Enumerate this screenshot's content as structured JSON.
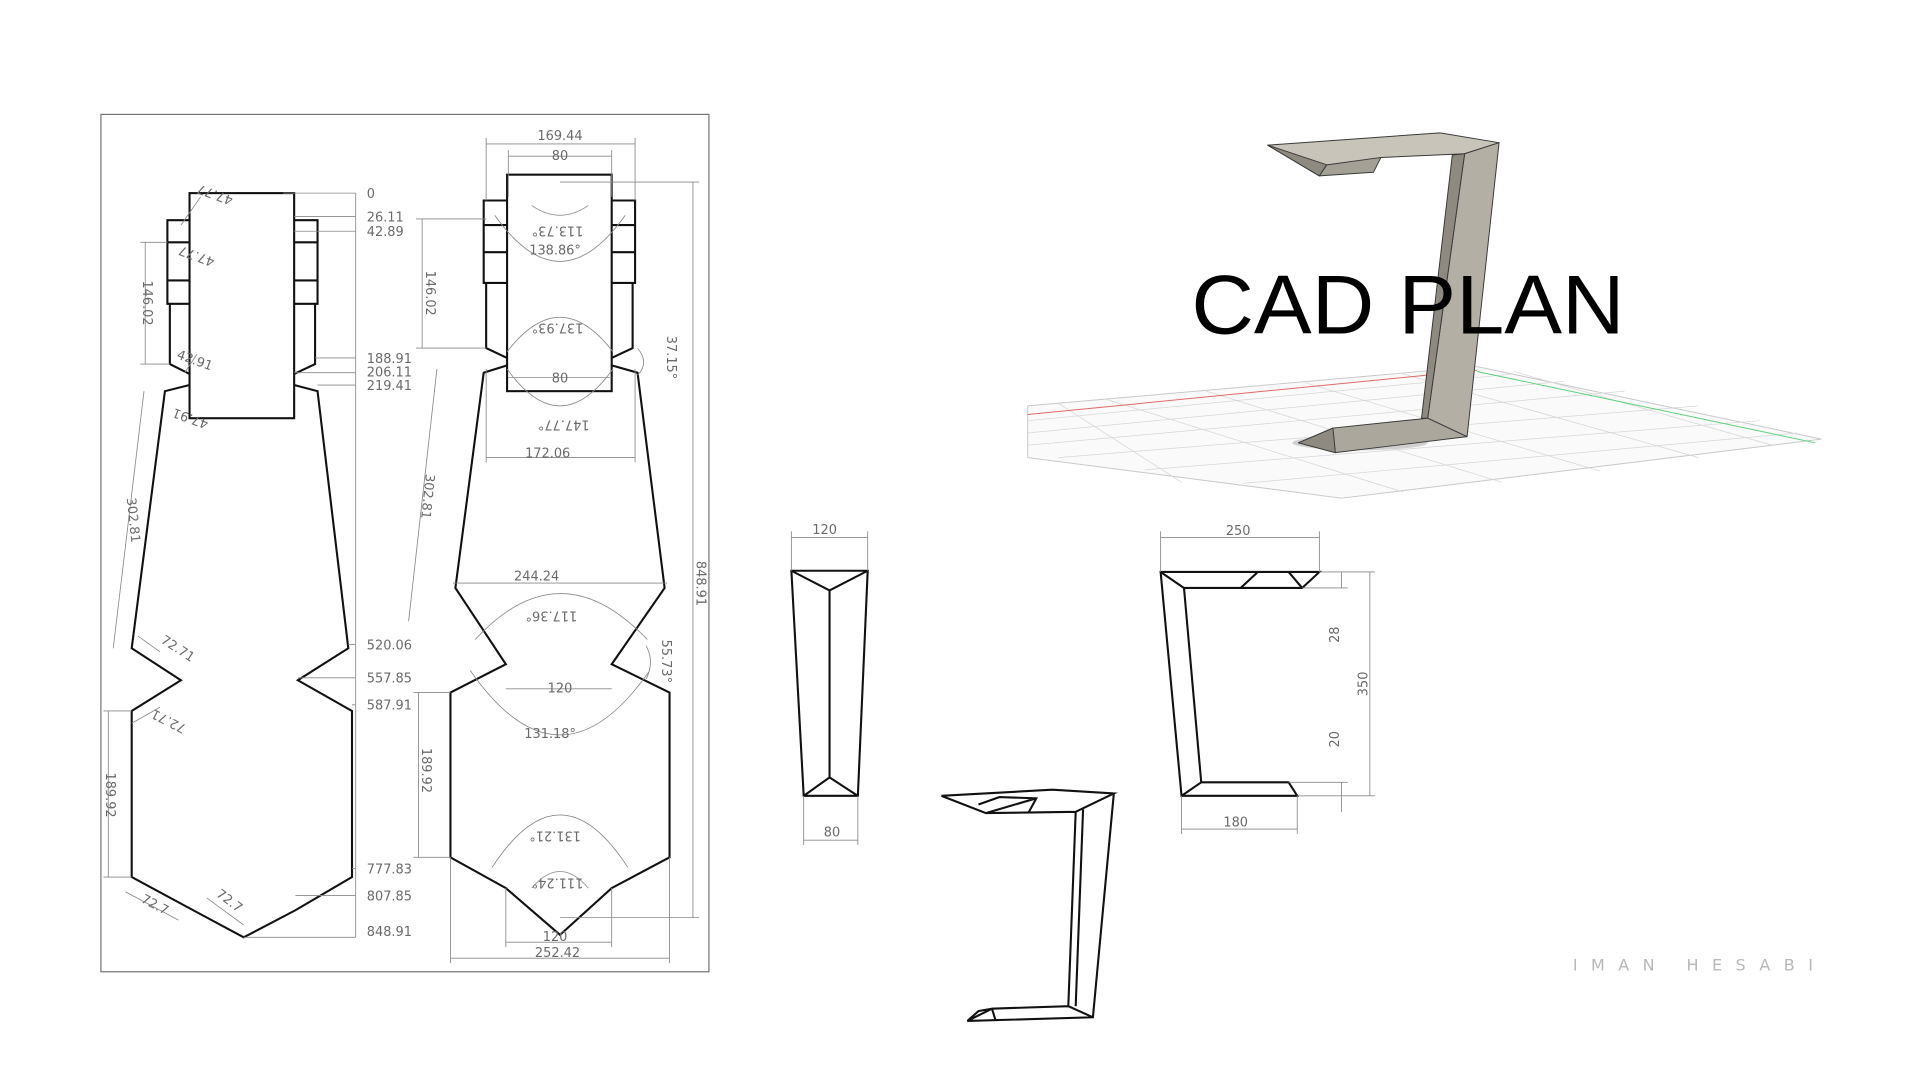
{
  "title": "CAD PLAN",
  "author": "IMAN HESABI",
  "colors": {
    "render_fill": "#aca79d",
    "render_dark": "#8f8a80",
    "grid_red": "#e06a6a",
    "grid_green": "#5fcf7a"
  },
  "pattern_left": {
    "elevations": [
      "0",
      "26.11",
      "42.89",
      "188.91",
      "206.11",
      "219.41",
      "520.06",
      "557.85",
      "587.91",
      "777.83",
      "807.85",
      "848.91"
    ],
    "dims": {
      "tab_height": "146.02",
      "side_length": "302.81",
      "lower_height": "189.92",
      "notch_a": "72.71",
      "notch_b": "72.71",
      "bottom_a": "72.7",
      "bottom_b": "72.7",
      "top_a": "47.77",
      "top_b": "47.77",
      "mid_a": "42.91",
      "mid_b": "47.91"
    }
  },
  "pattern_right": {
    "dims": {
      "top_total": "169.44",
      "top_inner": "80",
      "mid_inner": "80",
      "waist": "172.06",
      "wide": "244.24",
      "notch_gap": "120",
      "bottom_gap": "120",
      "bottom_total": "252.42",
      "tab_height": "146.02",
      "side_length": "302.81",
      "lower_height": "189.92",
      "overall_height": "848.91"
    },
    "angles": [
      "113.73°",
      "138.86°",
      "137.93°",
      "147.77°",
      "37.15°",
      "117.36°",
      "55.73°",
      "131.18°",
      "131.21°",
      "111.24°"
    ]
  },
  "front_view": {
    "top_width": "120",
    "bottom_width": "80"
  },
  "side_view": {
    "width": "250",
    "height": "350",
    "top_thickness": "28",
    "bottom_thickness": "20",
    "base_width": "180"
  }
}
